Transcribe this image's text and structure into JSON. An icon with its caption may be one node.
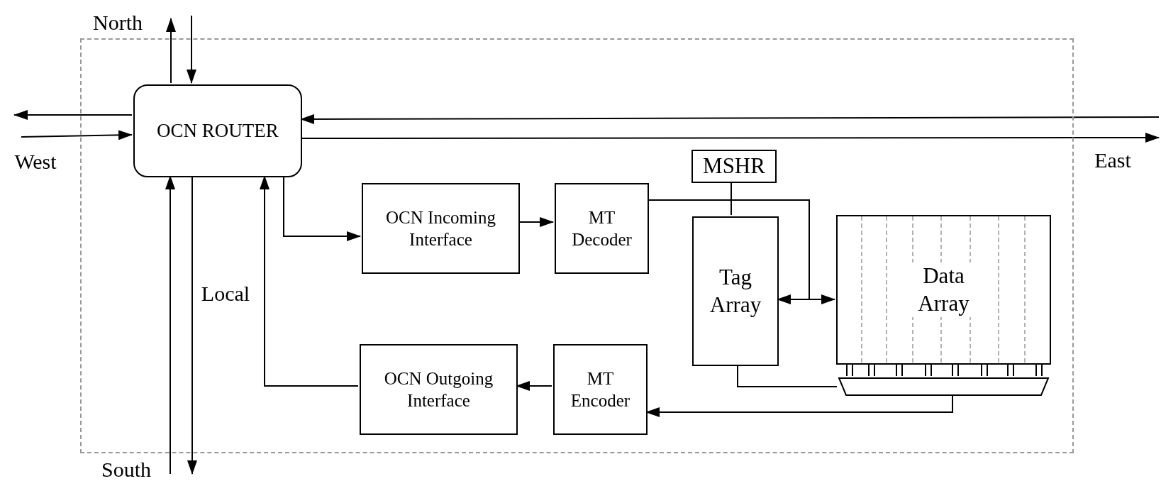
{
  "diagram": {
    "nodes": [
      {
        "text": [],
        "shape": "box"
      },
      {
        "text": [
          "OCN ROUTER"
        ],
        "in": 0
      },
      {
        "text": [
          "OCN Incoming Interface"
        ],
        "in": 0
      },
      {
        "text": [
          "MT Decoder"
        ],
        "in": 0
      },
      {
        "text": [
          "MSHR"
        ],
        "in": 0
      },
      {
        "text": [
          "Tag Array"
        ],
        "in": 0
      },
      {
        "text": [
          "Data Array"
        ],
        "in": 0
      },
      {
        "text": [],
        "shape": "trapezoid",
        "in": 0
      },
      {
        "text": [
          "MT Encoder"
        ],
        "in": 0
      },
      {
        "text": [
          "OCN Outgoing Interface"
        ],
        "in": 0
      }
    ],
    "edges": [
      {
        "from": 1,
        "to": null,
        "arrow": "to"
      },
      {
        "from": null,
        "to": 1,
        "arrow": "to"
      },
      {
        "from": 1,
        "to": null,
        "arrow": "to"
      },
      {
        "from": null,
        "to": 1,
        "arrow": "to"
      },
      {
        "from": null,
        "to": 1,
        "arrow": "to"
      },
      {
        "from": 1,
        "to": null,
        "arrow": "to"
      },
      {
        "from": null,
        "to": 1,
        "arrow": "to"
      },
      {
        "from": 1,
        "to": null,
        "arrow": "to"
      },
      {
        "from": 1,
        "to": 2,
        "arrow": "to"
      },
      {
        "from": 2,
        "to": 3,
        "arrow": "to"
      },
      {
        "from": 3,
        "to": 5,
        "arrow": "to"
      },
      {
        "from": 3,
        "to": 6,
        "arrow": "to"
      },
      {
        "from": 4,
        "to": 5,
        "arrow": "none"
      },
      {
        "from": 5,
        "to": 7,
        "arrow": "none"
      },
      {
        "from": 6,
        "to": 7,
        "arrow": "none"
      },
      {
        "from": 7,
        "to": 8,
        "arrow": "to"
      },
      {
        "from": 8,
        "to": 9,
        "arrow": "to"
      },
      {
        "from": 9,
        "to": 1,
        "arrow": "to"
      }
    ],
    "labels": [
      "North",
      "West",
      "East",
      "Local",
      "South"
    ]
  }
}
